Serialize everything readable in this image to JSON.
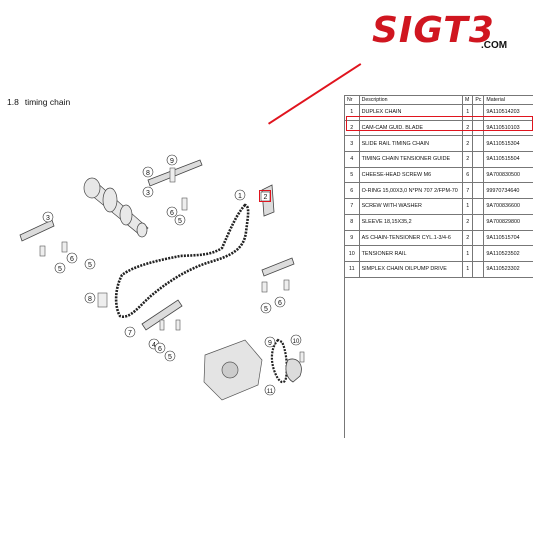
{
  "brand": {
    "logo_text": "SIGT3",
    "domain": ".COM",
    "color": "#d01620"
  },
  "section": {
    "number": "1.8",
    "title": "timing chain"
  },
  "table": {
    "headers": {
      "no": "Nr",
      "description": "Description",
      "qty": "M",
      "pc": "Pc",
      "material": "Material"
    },
    "rows": [
      {
        "no": "1",
        "description": "DUPLEX CHAIN",
        "qty": "1",
        "material": "9A110514203"
      },
      {
        "no": "2",
        "description": "CAM-CAM GUID. BLADE",
        "qty": "2",
        "material": "9A110510103"
      },
      {
        "no": "3",
        "description": "SLIDE RAIL TIMING CHAIN",
        "qty": "2",
        "material": "9A110515304"
      },
      {
        "no": "4",
        "description": "TIMING CHAIN TENSIONER GUIDE",
        "qty": "2",
        "material": "9A110515504"
      },
      {
        "no": "5",
        "description": "CHEESE-HEAD SCREW M6",
        "qty": "6",
        "material": "9A700830500"
      },
      {
        "no": "6",
        "description": "O-RING 15,00X3,0 N*PN 707 2/FPM-70",
        "qty": "7",
        "material": "99970734640"
      },
      {
        "no": "7",
        "description": "SCREW WITH WASHER",
        "qty": "1",
        "material": "9A700836600"
      },
      {
        "no": "8",
        "description": "SLEEVE 18,15X35,2",
        "qty": "2",
        "material": "9A700829800"
      },
      {
        "no": "9",
        "description": "AS CHAIN-TENSIONER CYL.1-3/4-6",
        "qty": "2",
        "material": "9A110515704"
      },
      {
        "no": "10",
        "description": "TENSIONER RAIL",
        "qty": "1",
        "material": "9A110523502"
      },
      {
        "no": "11",
        "description": "SIMPLEX CHAIN OILPUMP DRIVE",
        "qty": "1",
        "material": "9A110523302"
      }
    ]
  },
  "highlight_color": "#e0141e",
  "diagram": {
    "callouts": [
      "1",
      "2",
      "3",
      "4",
      "5",
      "6",
      "7",
      "8",
      "9",
      "10",
      "11"
    ]
  }
}
